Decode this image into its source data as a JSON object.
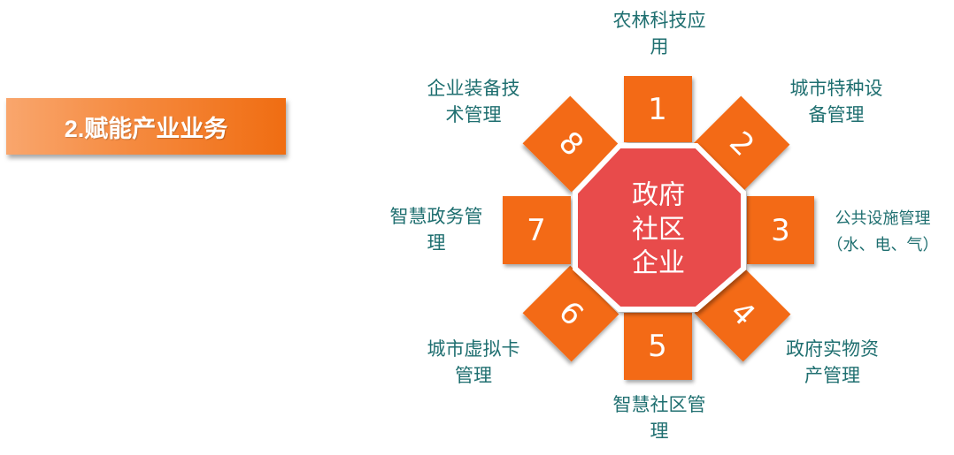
{
  "title": "2.赋能产业业务",
  "center": {
    "lines": [
      "政府",
      "社区",
      "企业"
    ],
    "fill": "#e84c4c",
    "stroke": "#ffffff"
  },
  "tile_fill": "#f36a12",
  "label_color": "#1f6f70",
  "items": [
    {
      "number": "1",
      "label_lines": [
        "农林科技应",
        "用"
      ]
    },
    {
      "number": "2",
      "label_lines": [
        "城市特种设",
        "备管理"
      ]
    },
    {
      "number": "3",
      "label_lines": [
        "公共设施管理",
        "（水、电、气）"
      ]
    },
    {
      "number": "4",
      "label_lines": [
        "政府实物资",
        "产管理"
      ]
    },
    {
      "number": "5",
      "label_lines": [
        "智慧社区管",
        "理"
      ]
    },
    {
      "number": "6",
      "label_lines": [
        "城市虚拟卡",
        "管理"
      ]
    },
    {
      "number": "7",
      "label_lines": [
        "智慧政务管",
        "理"
      ]
    },
    {
      "number": "8",
      "label_lines": [
        "企业装备技",
        "术管理"
      ]
    }
  ]
}
